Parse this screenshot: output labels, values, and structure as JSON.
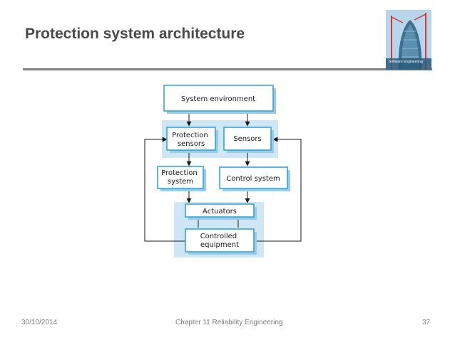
{
  "slide": {
    "title": "Protection system architecture",
    "footer": {
      "date": "30/10/2014",
      "chapter": "Chapter 11 Reliability Engineering",
      "page": "37"
    },
    "cover_image": {
      "label": "Software Engineering"
    }
  },
  "diagram": {
    "nodes": {
      "system_environment": [
        "System environment"
      ],
      "protection_sensors": [
        "Protection",
        "sensors"
      ],
      "sensors": [
        "Sensors"
      ],
      "protection_system": [
        "Protection",
        "system"
      ],
      "control_system": [
        "Control system"
      ],
      "actuators": [
        "Actuators"
      ],
      "controlled_equipment": [
        "Controlled",
        "equipment"
      ]
    },
    "colors": {
      "box_fill": "#ffffff",
      "box_border": "#2a9fd6",
      "box_shadow": "#9ccbe8",
      "group_fill": "#cfe6f5",
      "line": "#1a1a1a"
    }
  }
}
